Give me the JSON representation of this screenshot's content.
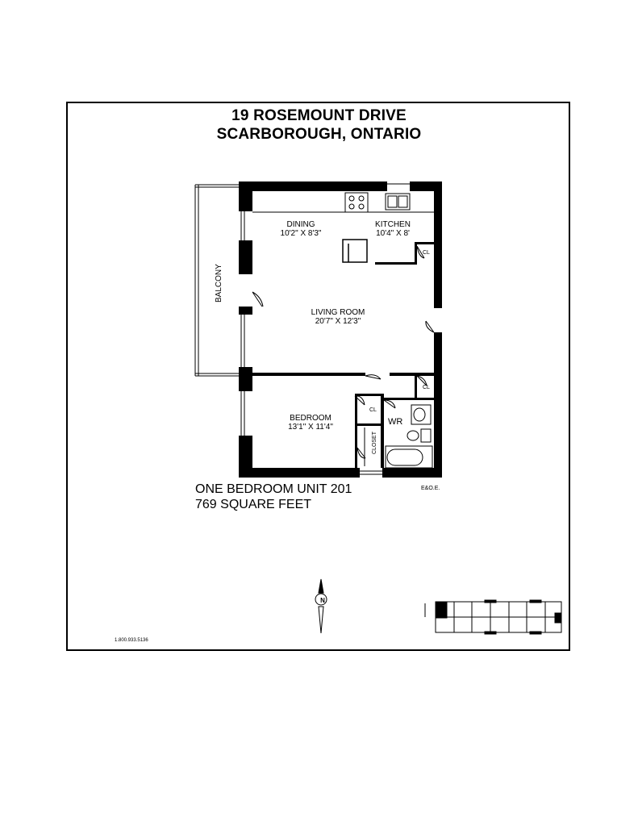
{
  "header": {
    "line1": "19 ROSEMOUNT DRIVE",
    "line2": "SCARBOROUGH, ONTARIO"
  },
  "rooms": {
    "dining": {
      "name": "DINING",
      "dims": "10'2\" X 8'3\""
    },
    "kitchen": {
      "name": "KITCHEN",
      "dims": "10'4\" X 8'"
    },
    "living": {
      "name": "LIVING ROOM",
      "dims": "20'7\" X 12'3\""
    },
    "bedroom": {
      "name": "BEDROOM",
      "dims": "13'1\" X 11'4\""
    },
    "balcony": "BALCONY",
    "washroom": "WR",
    "closet": "CLOSET",
    "cl": "CL"
  },
  "unit": {
    "name": "ONE BEDROOM UNIT 201",
    "area": "769 SQUARE FEET"
  },
  "eoe": "E&O.E.",
  "phone": "1.800.933.5136",
  "compass_letter": "N"
}
